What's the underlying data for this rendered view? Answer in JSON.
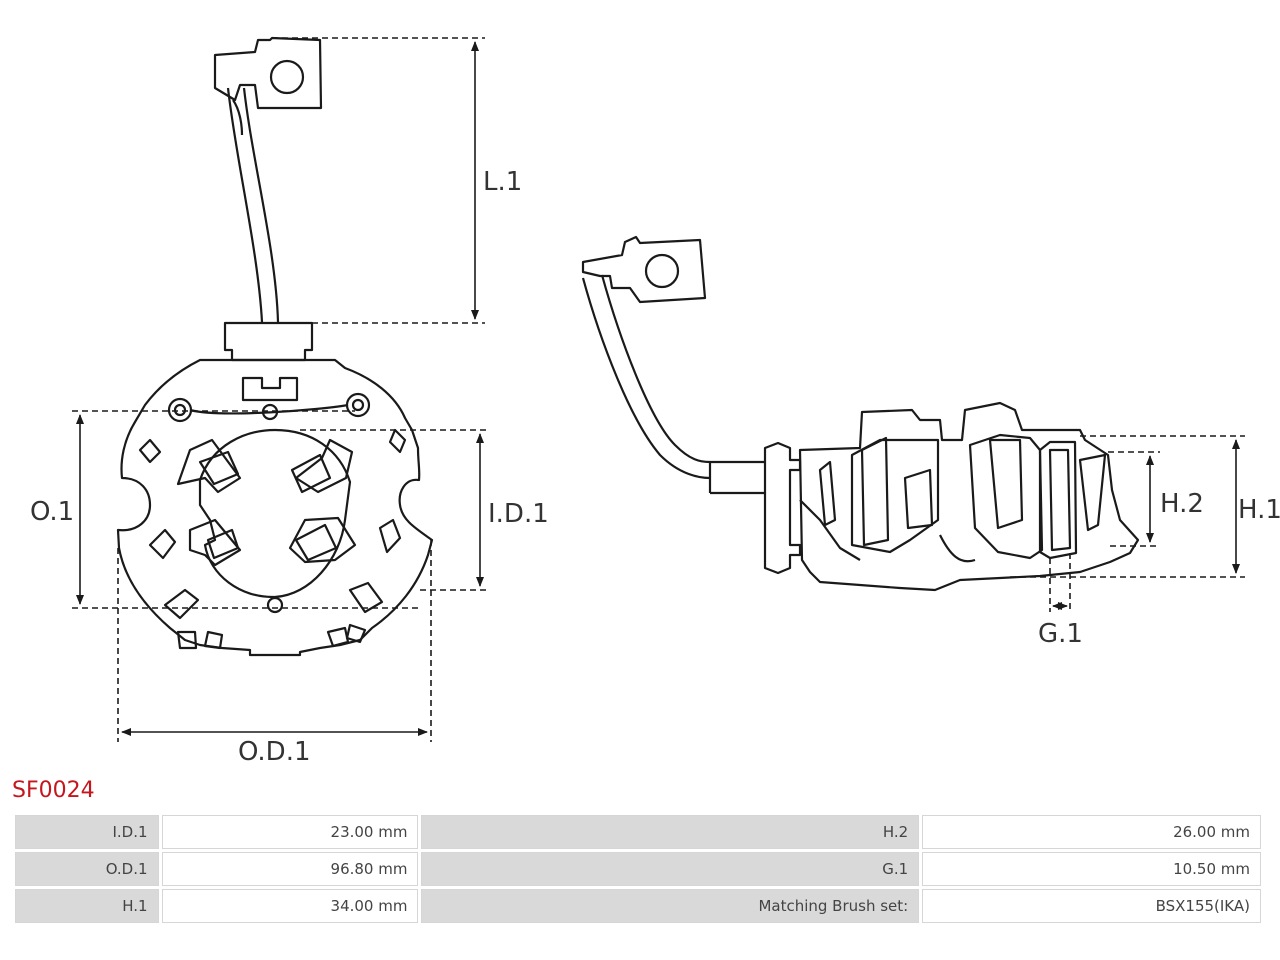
{
  "drawing": {
    "labels": {
      "l1": "L.1",
      "o1": "O.1",
      "id1": "I.D.1",
      "od1": "O.D.1",
      "h2": "H.2",
      "h1": "H.1",
      "g1": "G.1"
    }
  },
  "part": {
    "code": "SF0024"
  },
  "specs": {
    "rows": [
      {
        "label1": "I.D.1",
        "value1": "23.00 mm",
        "label2": "H.2",
        "value2": "26.00 mm"
      },
      {
        "label1": "O.D.1",
        "value1": "96.80 mm",
        "label2": "G.1",
        "value2": "10.50 mm"
      },
      {
        "label1": "H.1",
        "value1": "34.00 mm",
        "label2": "Matching Brush set:",
        "value2": "BSX155(IKA)"
      }
    ]
  },
  "colors": {
    "title": "#c4161c",
    "label_cell": "#d9d9d9",
    "line": "#1a1a1a"
  }
}
